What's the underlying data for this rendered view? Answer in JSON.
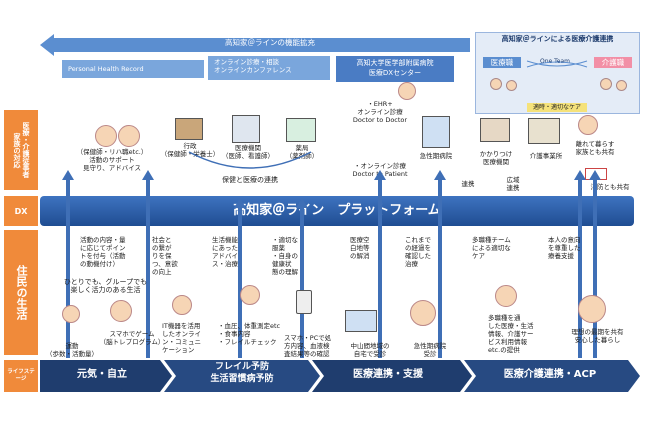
{
  "top": {
    "expansion_title": "高知家＠ラインの機能拡充",
    "features_left": [
      "Personal Health Record"
    ],
    "features_mid": [
      "オンライン診療・相談",
      "オンラインカンファレンス"
    ],
    "dx_center": "高知大学医学部附属病院\n医療DXセンター",
    "care_link_title": "高知家＠ラインによる医療介護連携",
    "medical_label": "医療職",
    "one_team": "One Team",
    "care_label": "介護職",
    "timely_care": "適時・適切なケア"
  },
  "side": {
    "professionals": "医療・介護従事者\n家族の対応",
    "dx": "DX",
    "residents": "住民の生活",
    "life_stage": "ライフステージ"
  },
  "upper": {
    "family": "（保健師・リハ職etc.）\n活動のサポート\n見守り、アドバイス",
    "admin": "行政\n（保健師・栄養士）",
    "clinic": "医療機関\n（医師、看護師）",
    "pharmacy": "薬局\n（薬剤師）",
    "health_link": "保健と医療の連携",
    "ehr": "・EHR+\nオンライン診療\nDoctor to Doctor",
    "online_d2p": "・オンライン診療\nDoctor to Patient",
    "acute": "急性期病院",
    "family_doc": "かかりつけ\n医療機関",
    "care_office": "介護事業所",
    "remote_family": "離れて暮らす\n家族とも共有",
    "link": "連携",
    "wide_link": "広域\n連携",
    "fire": "消防とも共有"
  },
  "platform": {
    "name": "高知家＠ライン　プラットフォーム"
  },
  "lower": {
    "points": "活動の内容・量\nに応じてポイン\nトを付与（活動\nの動機付け）",
    "social": "社会と\nの繋が\nりを保\nつ、意欲\nの向上",
    "advice": "生活機能\nにあった\nアドバイ\nス・治療",
    "diet": "・適切な\n服薬\n・自身の\n健康状\n態の理解",
    "remote_clinic": "医療空\n白地等\nの解消",
    "history": "これまで\nの経過を\n確認した\n治療",
    "team_care": "多職種チーム\nによる適切な\nケア",
    "wishes": "本人の意向\nを尊重した\n療養支援",
    "group": "ひとりでも、グループでも\n楽しく活力のある生活",
    "exercise": "運動\n（歩数・活動量）",
    "game": "スマホでゲーム\n（脳トレプログラム）",
    "it_use": "IT機器を活用\nしたオンライ\nン・コミュニ\nケーション",
    "vitals": "・血圧、体重測定etc\n・食事内容\n・フレイルチェック",
    "phone_check": "スマホ・PCで処\n方内容、血液検\n査結果等の確認",
    "mountain": "中山間地域の\n自宅で受診",
    "acute_visit": "急性期病院\n受診",
    "multi_info": "多職種を通\nした医療・生活\n情報、介護サー\nビス利用情報\netc.の提供",
    "ideal": "理想の最期を共有\n安心した暮らし"
  },
  "stages": [
    "元気・自立",
    "フレイル予防\n生活習慣病予防",
    "医療連携・支援",
    "医療介護連携・ACP"
  ],
  "colors": {
    "side_orange": "#f08a3a",
    "dx_blue": "#2e5fa8",
    "arrow_blue": "#3f6fb6",
    "stage_navy": "#1f3d6e"
  }
}
